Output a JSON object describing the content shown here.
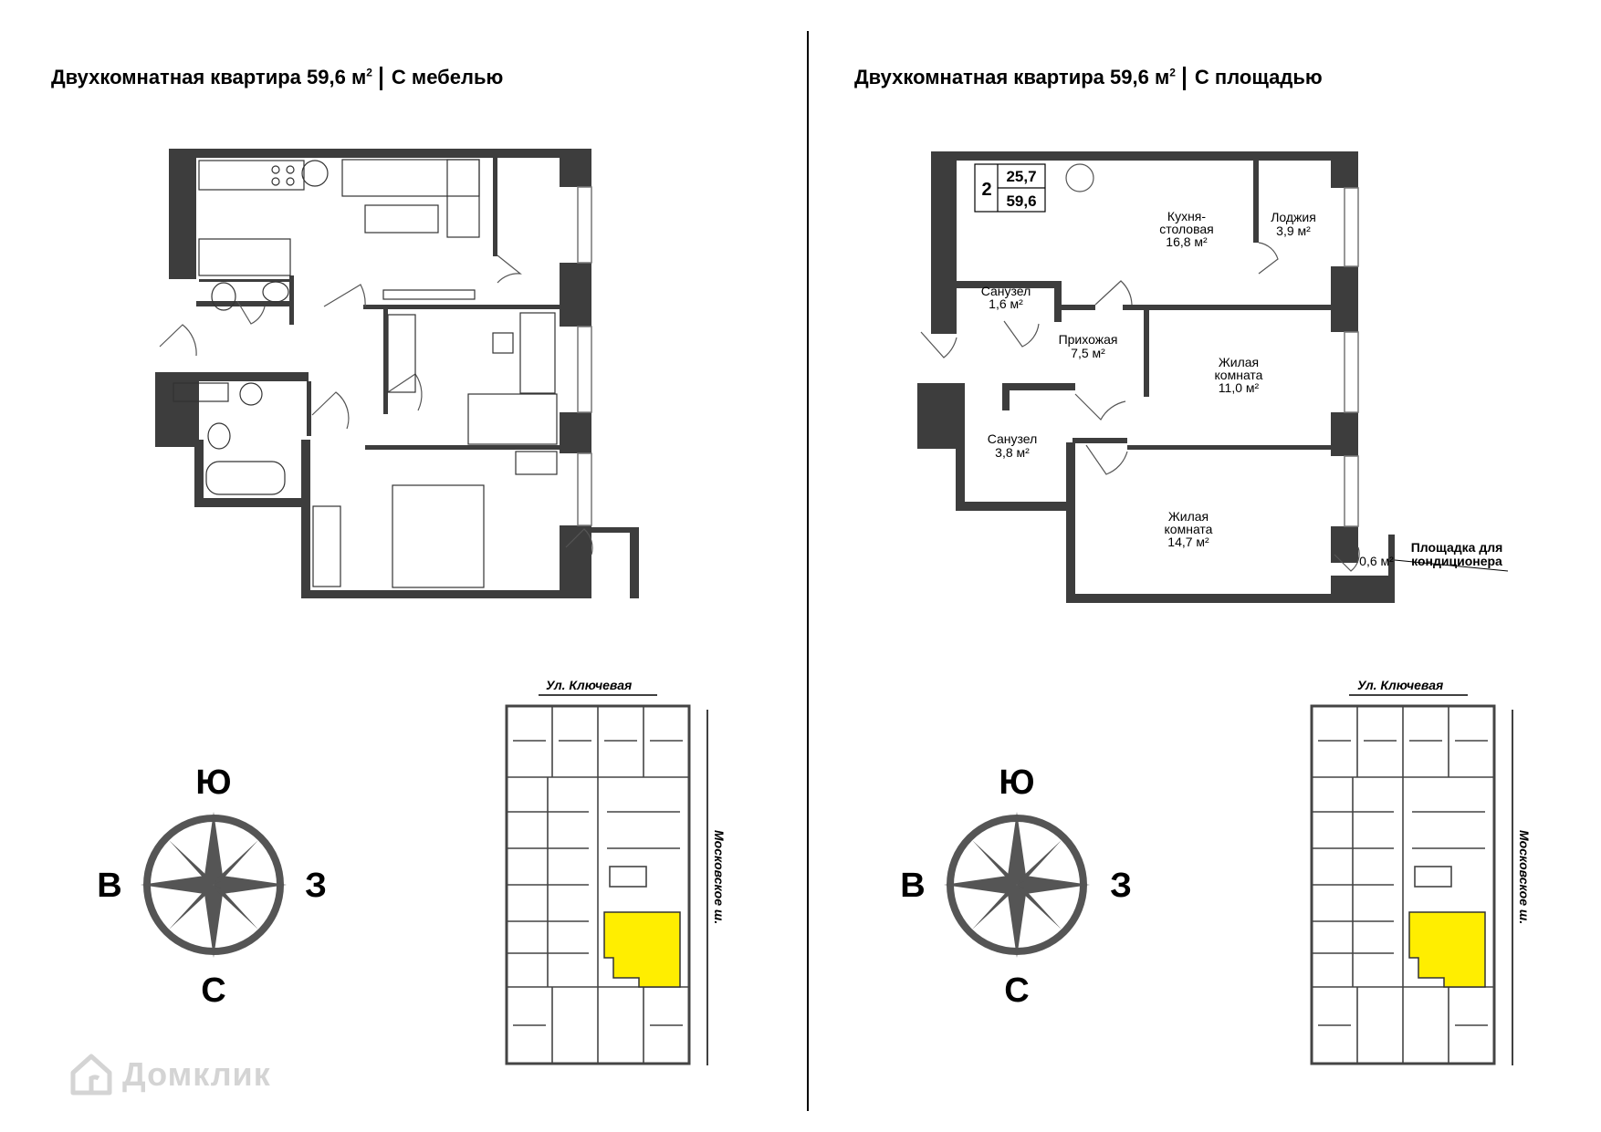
{
  "left_panel": {
    "title_main": "Двухкомнатная квартира 59,6 м",
    "title_sup": "2",
    "title_variant": "С мебелью"
  },
  "right_panel": {
    "title_main": "Двухкомнатная квартира 59,6 м",
    "title_sup": "2",
    "title_variant": "С площадью",
    "summary": {
      "rooms": "2",
      "living_area": "25,7",
      "total_area": "59,6"
    },
    "rooms": [
      {
        "name": "Кухня-\nстоловая",
        "line1": "Кухня-",
        "line2": "столовая",
        "area": "16,8 м²"
      },
      {
        "name": "Лоджия",
        "line1": "Лоджия",
        "area": "3,9 м²"
      },
      {
        "name": "Санузел",
        "line1": "Санузел",
        "area": "1,6 м²"
      },
      {
        "name": "Прихожая",
        "line1": "Прихожая",
        "area": "7,5 м²"
      },
      {
        "name": "Жилая комната",
        "line1": "Жилая",
        "line2": "комната",
        "area": "11,0 м²"
      },
      {
        "name": "Санузел",
        "line1": "Санузел",
        "area": "3,8 м²"
      },
      {
        "name": "Жилая комната",
        "line1": "Жилая",
        "line2": "комната",
        "area": "14,7 м²"
      }
    ],
    "ac_platform": {
      "area": "0,6 м²",
      "label_line1": "Площадка для",
      "label_line2": "кондиционера"
    }
  },
  "compass": {
    "north": "С",
    "south": "Ю",
    "east": "В",
    "west": "З"
  },
  "key_plan": {
    "street_top": "Ул. Ключевая",
    "street_side": "Московское ш."
  },
  "colors": {
    "wall": "#3d3d3d",
    "highlight": "#ffee00",
    "compass": "#555555"
  },
  "watermark": {
    "text": "Домклик"
  }
}
